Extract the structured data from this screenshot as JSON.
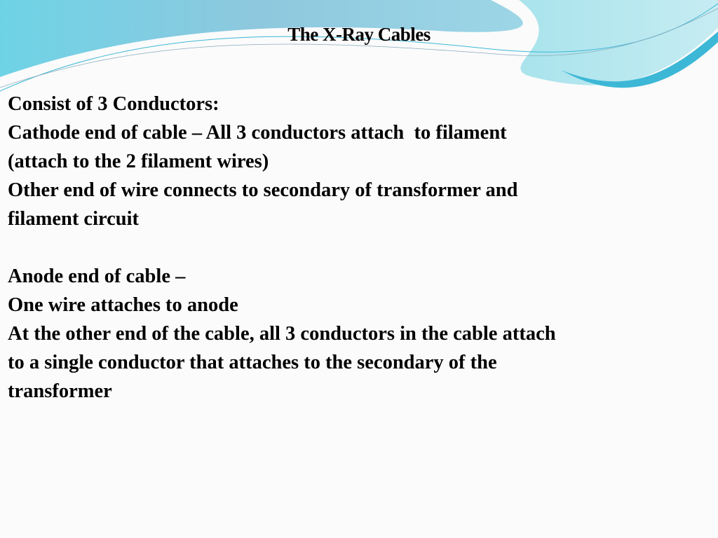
{
  "slide": {
    "title": "The X-Ray Cables",
    "lines": [
      "Consist of 3 Conductors:",
      "Cathode end of cable – All 3 conductors attach  to filament",
      "(attach to the 2 filament wires)",
      "Other end of wire connects to secondary of transformer and",
      "filament circuit",
      "",
      "Anode end of cable –",
      "One wire attaches to anode",
      "At the other end of the cable, all 3 conductors in the cable attach",
      "to a single conductor that attaches to the secondary of the",
      "transformer"
    ]
  },
  "colors": {
    "wave_dark": "#7fc9e0",
    "wave_light": "#a8e0ea",
    "accent": "#3cb8d6"
  }
}
